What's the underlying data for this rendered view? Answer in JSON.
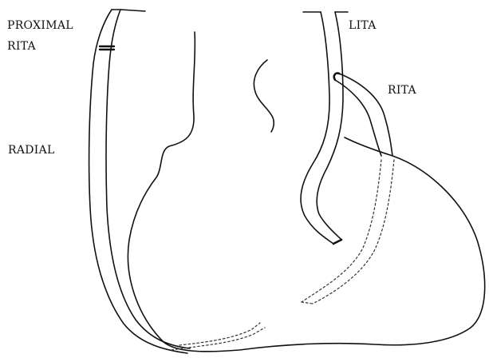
{
  "labels": {
    "proximal_rita_line1": "PROXIMAL",
    "proximal_rita_line2": "RITA",
    "radial": "RADIAL",
    "lita": "LITA",
    "rita": "RITA"
  },
  "colors": {
    "line": "#111111",
    "dotted": "#333333",
    "background": "#ffffff"
  }
}
